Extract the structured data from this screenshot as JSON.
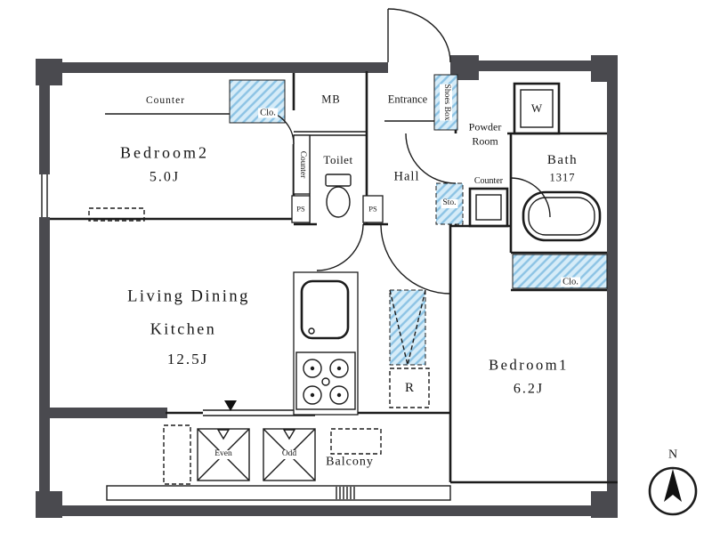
{
  "plan": {
    "rooms": {
      "bedroom2": {
        "name": "Bedroom2",
        "size": "5.0J"
      },
      "living_dining_kitchen": {
        "line1": "Living Dining",
        "line2": "Kitchen",
        "size": "12.5J"
      },
      "bedroom1": {
        "name": "Bedroom1",
        "size": "6.2J"
      },
      "bath": {
        "name": "Bath",
        "size": "1317"
      },
      "toilet": {
        "name": "Toilet"
      },
      "hall": {
        "name": "Hall"
      },
      "entrance": {
        "name": "Entrance"
      },
      "powder_room": {
        "line1": "Powder",
        "line2": "Room"
      },
      "balcony": {
        "name": "Balcony"
      }
    },
    "fixtures": {
      "counter_bedroom2": "Counter",
      "counter_toilet": "Counter",
      "counter_powder": "Counter",
      "closet_bedroom2": "Clo.",
      "closet_bedroom1": "Clo.",
      "meter_box": "MB",
      "shoes_box": "Shoes Box",
      "washing_machine": "W",
      "pipe_space_left": "PS",
      "pipe_space_right": "PS",
      "storage": "Sto.",
      "refrigerator": "R",
      "hatch_even": "Even",
      "hatch_odd": "Odd"
    },
    "compass": {
      "north": "N"
    },
    "colors": {
      "wall": "#4a4a4f",
      "line": "#1c1c1c",
      "hatch_fill": "#d6ecf8",
      "hatch_stripe": "#8cc3e4"
    }
  }
}
